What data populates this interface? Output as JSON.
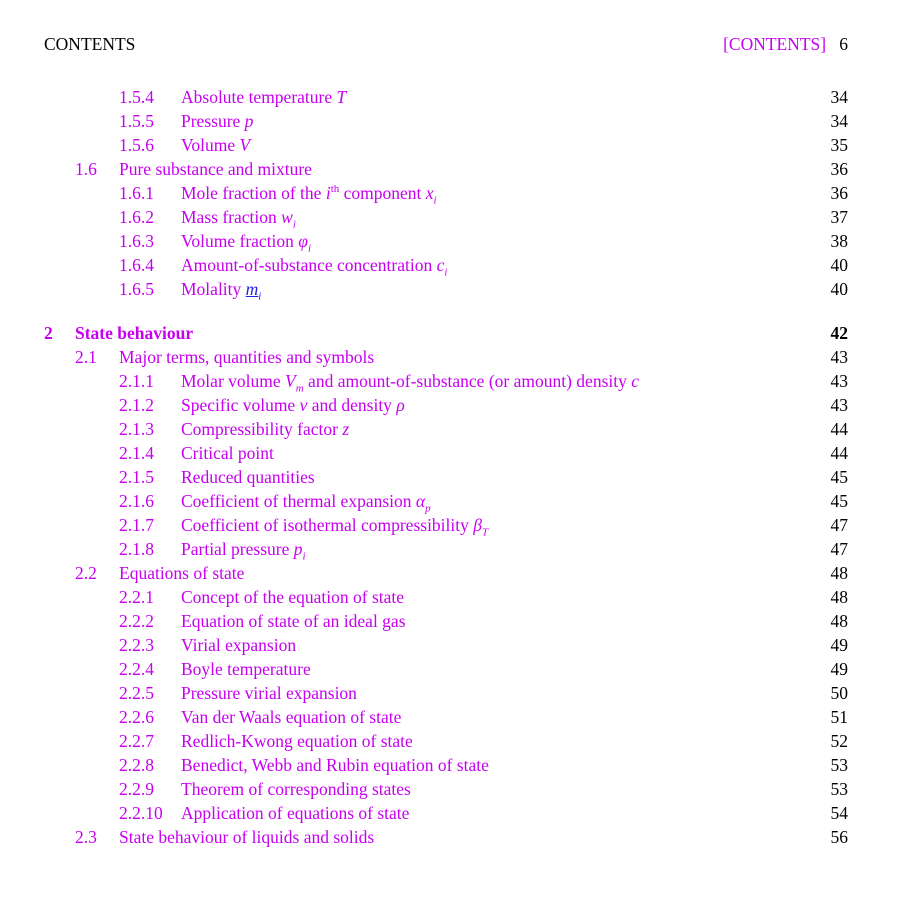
{
  "header": {
    "left": "CONTENTS",
    "right_link": "[CONTENTS]",
    "page": "6"
  },
  "colors": {
    "link": "#c800f0",
    "text": "#000000"
  },
  "entries": [
    {
      "level": 2,
      "number": "1.5.4",
      "title": [
        {
          "t": "Absolute temperature "
        },
        {
          "m": "T"
        }
      ],
      "page": "34"
    },
    {
      "level": 2,
      "number": "1.5.5",
      "title": [
        {
          "t": "Pressure "
        },
        {
          "m": "p"
        }
      ],
      "page": "34"
    },
    {
      "level": 2,
      "number": "1.5.6",
      "title": [
        {
          "t": "Volume "
        },
        {
          "m": "V"
        }
      ],
      "page": "35"
    },
    {
      "level": 1,
      "number": "1.6",
      "title": [
        {
          "t": "Pure substance and mixture"
        }
      ],
      "page": "36"
    },
    {
      "level": 2,
      "number": "1.6.1",
      "title": [
        {
          "t": "Mole fraction of the "
        },
        {
          "m": "i",
          "sup": "th"
        },
        {
          "t": " component "
        },
        {
          "m": "x",
          "sub": "i"
        }
      ],
      "page": "36"
    },
    {
      "level": 2,
      "number": "1.6.2",
      "title": [
        {
          "t": "Mass fraction "
        },
        {
          "m": "w",
          "sub": "i"
        }
      ],
      "page": "37"
    },
    {
      "level": 2,
      "number": "1.6.3",
      "title": [
        {
          "t": "Volume fraction "
        },
        {
          "m": "φ",
          "sub": "i"
        }
      ],
      "page": "38"
    },
    {
      "level": 2,
      "number": "1.6.4",
      "title": [
        {
          "t": "Amount-of-substance concentration "
        },
        {
          "m": "c",
          "sub": "i"
        }
      ],
      "page": "40"
    },
    {
      "level": 2,
      "number": "1.6.5",
      "title": [
        {
          "t": "Molality "
        },
        {
          "m": "m",
          "sub": "i",
          "ul": true
        }
      ],
      "page": "40"
    },
    {
      "level": 0,
      "number": "2",
      "title": [
        {
          "t": "State behaviour"
        }
      ],
      "page": "42"
    },
    {
      "level": 1,
      "number": "2.1",
      "title": [
        {
          "t": "Major terms, quantities and symbols"
        }
      ],
      "page": "43"
    },
    {
      "level": 2,
      "number": "2.1.1",
      "title": [
        {
          "t": "Molar volume "
        },
        {
          "m": "V",
          "sub": "m"
        },
        {
          "t": " and amount-of-substance (or amount) density "
        },
        {
          "m": "c"
        }
      ],
      "page": "43"
    },
    {
      "level": 2,
      "number": "2.1.2",
      "title": [
        {
          "t": "Specific volume "
        },
        {
          "m": "v"
        },
        {
          "t": " and density "
        },
        {
          "m": "ρ"
        }
      ],
      "page": "43"
    },
    {
      "level": 2,
      "number": "2.1.3",
      "title": [
        {
          "t": "Compressibility factor "
        },
        {
          "m": "z"
        }
      ],
      "page": "44"
    },
    {
      "level": 2,
      "number": "2.1.4",
      "title": [
        {
          "t": "Critical point"
        }
      ],
      "page": "44"
    },
    {
      "level": 2,
      "number": "2.1.5",
      "title": [
        {
          "t": "Reduced quantities"
        }
      ],
      "page": "45"
    },
    {
      "level": 2,
      "number": "2.1.6",
      "title": [
        {
          "t": "Coefficient of thermal expansion "
        },
        {
          "m": "α",
          "sub": "p"
        }
      ],
      "page": "45"
    },
    {
      "level": 2,
      "number": "2.1.7",
      "title": [
        {
          "t": "Coefficient of isothermal compressibility "
        },
        {
          "m": "β",
          "sub": "T"
        }
      ],
      "page": "47"
    },
    {
      "level": 2,
      "number": "2.1.8",
      "title": [
        {
          "t": "Partial pressure "
        },
        {
          "m": "p",
          "sub": "i"
        }
      ],
      "page": "47"
    },
    {
      "level": 1,
      "number": "2.2",
      "title": [
        {
          "t": "Equations of state"
        }
      ],
      "page": "48"
    },
    {
      "level": 2,
      "number": "2.2.1",
      "title": [
        {
          "t": "Concept of the equation of state"
        }
      ],
      "page": "48"
    },
    {
      "level": 2,
      "number": "2.2.2",
      "title": [
        {
          "t": "Equation of state of an ideal gas"
        }
      ],
      "page": "48"
    },
    {
      "level": 2,
      "number": "2.2.3",
      "title": [
        {
          "t": "Virial expansion"
        }
      ],
      "page": "49"
    },
    {
      "level": 2,
      "number": "2.2.4",
      "title": [
        {
          "t": "Boyle temperature"
        }
      ],
      "page": "49"
    },
    {
      "level": 2,
      "number": "2.2.5",
      "title": [
        {
          "t": "Pressure virial expansion"
        }
      ],
      "page": "50"
    },
    {
      "level": 2,
      "number": "2.2.6",
      "title": [
        {
          "t": "Van der Waals equation of state"
        }
      ],
      "page": "51"
    },
    {
      "level": 2,
      "number": "2.2.7",
      "title": [
        {
          "t": "Redlich-Kwong equation of state"
        }
      ],
      "page": "52"
    },
    {
      "level": 2,
      "number": "2.2.8",
      "title": [
        {
          "t": "Benedict, Webb and Rubin equation of state"
        }
      ],
      "page": "53"
    },
    {
      "level": 2,
      "number": "2.2.9",
      "title": [
        {
          "t": "Theorem of corresponding states"
        }
      ],
      "page": "53"
    },
    {
      "level": 2,
      "number": "2.2.10",
      "title": [
        {
          "t": "Application of equations of state"
        }
      ],
      "page": "54"
    },
    {
      "level": 1,
      "number": "2.3",
      "title": [
        {
          "t": "State behaviour of liquids and solids"
        }
      ],
      "page": "56"
    }
  ]
}
